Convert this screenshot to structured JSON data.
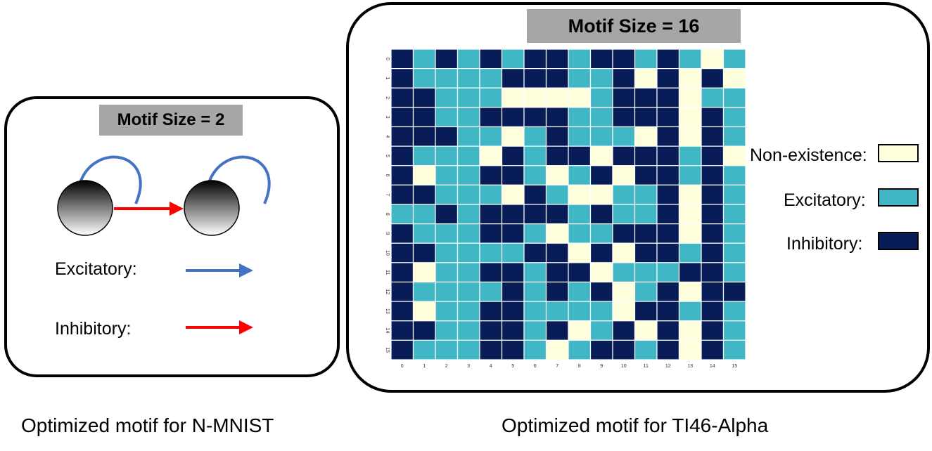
{
  "left": {
    "tag": "Motif Size = 2",
    "legend": [
      {
        "label": "Excitatory:",
        "color": "#4472c4"
      },
      {
        "label": "Inhibitory:",
        "color": "#ff0000"
      }
    ],
    "caption": "Optimized motif for N-MNIST"
  },
  "right": {
    "tag": "Motif Size = 16",
    "legend": [
      {
        "label": "Non-existence:",
        "color": "#ffffdd"
      },
      {
        "label": "Excitatory:",
        "color": "#41b6c4"
      },
      {
        "label": "Inhibitory:",
        "color": "#081d58"
      }
    ],
    "caption": "Optimized motif for TI46-Alpha",
    "tick_labels": [
      "0",
      "1",
      "2",
      "3",
      "4",
      "5",
      "6",
      "7",
      "8",
      "9",
      "10",
      "11",
      "12",
      "13",
      "14",
      "15"
    ],
    "matrix_values": [
      [
        2,
        1,
        2,
        1,
        2,
        1,
        2,
        2,
        1,
        2,
        2,
        1,
        2,
        1,
        0,
        1
      ],
      [
        2,
        1,
        1,
        1,
        1,
        2,
        2,
        2,
        1,
        1,
        2,
        0,
        2,
        0,
        2,
        0
      ],
      [
        2,
        2,
        1,
        1,
        1,
        0,
        0,
        0,
        0,
        1,
        2,
        2,
        2,
        0,
        1,
        1
      ],
      [
        2,
        2,
        1,
        1,
        2,
        2,
        2,
        2,
        1,
        1,
        2,
        2,
        2,
        0,
        2,
        1
      ],
      [
        2,
        2,
        2,
        1,
        1,
        0,
        1,
        2,
        1,
        1,
        1,
        0,
        2,
        0,
        2,
        1
      ],
      [
        2,
        1,
        1,
        1,
        0,
        2,
        1,
        2,
        2,
        0,
        2,
        2,
        2,
        1,
        2,
        0
      ],
      [
        2,
        0,
        1,
        1,
        2,
        2,
        1,
        0,
        1,
        2,
        0,
        2,
        2,
        1,
        2,
        1
      ],
      [
        2,
        2,
        1,
        1,
        1,
        0,
        2,
        1,
        0,
        0,
        1,
        1,
        2,
        0,
        2,
        1
      ],
      [
        1,
        1,
        2,
        1,
        2,
        2,
        2,
        2,
        1,
        2,
        1,
        1,
        2,
        0,
        2,
        1
      ],
      [
        2,
        1,
        1,
        1,
        2,
        2,
        1,
        0,
        1,
        1,
        2,
        2,
        2,
        0,
        2,
        1
      ],
      [
        2,
        2,
        1,
        1,
        1,
        1,
        2,
        2,
        0,
        2,
        0,
        2,
        2,
        1,
        2,
        1
      ],
      [
        2,
        0,
        1,
        1,
        2,
        2,
        1,
        2,
        2,
        0,
        1,
        1,
        1,
        2,
        2,
        1
      ],
      [
        2,
        1,
        1,
        1,
        1,
        2,
        1,
        2,
        1,
        2,
        0,
        1,
        2,
        0,
        2,
        2
      ],
      [
        2,
        0,
        1,
        1,
        2,
        2,
        1,
        1,
        1,
        1,
        0,
        2,
        2,
        1,
        2,
        1
      ],
      [
        2,
        2,
        1,
        1,
        2,
        2,
        1,
        2,
        0,
        1,
        2,
        0,
        2,
        0,
        2,
        1
      ],
      [
        2,
        1,
        1,
        1,
        2,
        2,
        1,
        0,
        1,
        2,
        2,
        1,
        2,
        0,
        2,
        1
      ]
    ]
  }
}
